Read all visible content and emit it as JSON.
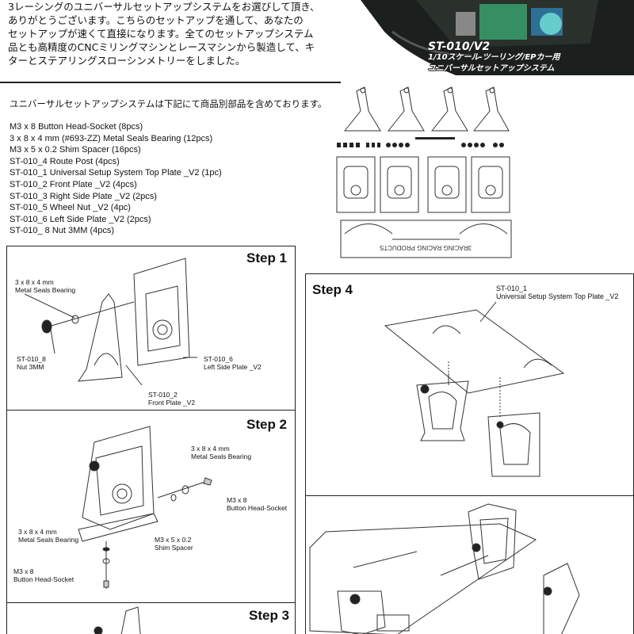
{
  "intro": {
    "lines": [
      "3レーシングのユニバーサルセットアップシステムをお選びして頂き、",
      "ありがとうございます。こちらのセットアップを通して、あなたの",
      "セットアップが速くて直接になります。全てのセットアップシステム",
      "品とも高精度のCNCミリングマシンとレースマシンから製造して、キ",
      "ターとステアリングスローシンメトリーをしました。"
    ]
  },
  "hero": {
    "title_line1": "ST-010/V2",
    "title_line2": "1/10スケール-ツーリング/EPカー用",
    "title_line3": "ユニバーサルセットアップシステム"
  },
  "contents": {
    "title": "ユニバーサルセットアップシステムは下記にて商品別部品を含めております。",
    "parts": [
      "M3 x 8 Button Head-Socket  (8pcs)",
      "3 x 8 x 4 mm (#693-ZZ) Metal Seals Bearing  (12pcs)",
      "M3 x 5 x 0.2 Shim Spacer  (16pcs)",
      "ST-010_4 Route Post  (4pcs)",
      "ST-010_1 Universal Setup System Top Plate _V2 (1pc)",
      "ST-010_2 Front Plate _V2 (4pcs)",
      "ST-010_3 Right Side Plate _V2 (2pcs)",
      "ST-010_5 Wheel Nut _V2 (4pc)",
      "ST-010_6 Left Side Plate _V2  (2pcs)",
      "ST-010_ 8 Nut 3MM (4pcs)"
    ],
    "plate_engraving": "3RACING RACING PRODUCTS"
  },
  "steps": {
    "step1": {
      "label": "Step 1",
      "bearing": [
        "3 x 8 x 4 mm",
        "Metal Seals Bearing"
      ],
      "nut": [
        "ST-010_8",
        "Nut 3MM"
      ],
      "left_side": [
        "ST-010_6",
        "Left Side Plate _V2"
      ],
      "front_plate": [
        "ST-010_2",
        "Front Plate _V2"
      ]
    },
    "step2": {
      "label": "Step 2",
      "bearing_top": [
        "3 x 8 x 4 mm",
        "Metal Seals Bearing"
      ],
      "screw_right": [
        "M3 x 8",
        "Button Head-Socket"
      ],
      "bearing_left": [
        "3 x 8 x 4 mm",
        "Metal Seals Bearing"
      ],
      "shim": [
        "M3 x 5 x 0.2",
        "Shim Spacer"
      ],
      "screw_bottom": [
        "M3 x 8",
        "Button Head-Socket"
      ]
    },
    "step3": {
      "label": "Step 3"
    },
    "step4": {
      "label": "Step 4",
      "top_plate": [
        "ST-010_1",
        "Universal Setup System Top Plate _V2"
      ]
    }
  }
}
